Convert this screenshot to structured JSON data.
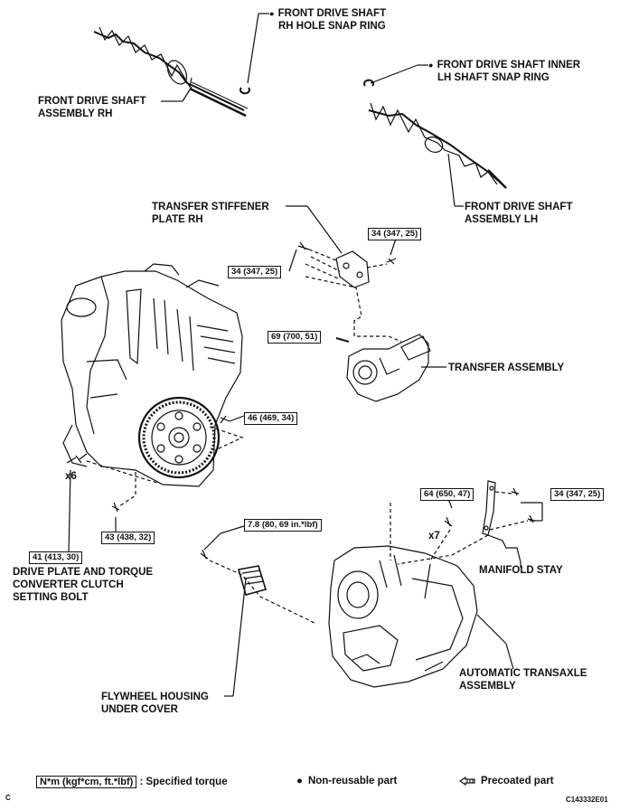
{
  "labels": {
    "rh_snap_ring": [
      "FRONT DRIVE SHAFT",
      "RH HOLE SNAP RING"
    ],
    "inner_lh_snap_ring": [
      "FRONT DRIVE SHAFT INNER",
      "LH SHAFT SNAP RING"
    ],
    "shaft_rh": [
      "FRONT DRIVE SHAFT",
      "ASSEMBLY RH"
    ],
    "shaft_lh": [
      "FRONT DRIVE SHAFT",
      "ASSEMBLY LH"
    ],
    "stiffener": [
      "TRANSFER STIFFENER",
      "PLATE RH"
    ],
    "transfer": "TRANSFER ASSEMBLY",
    "drive_plate": [
      "DRIVE PLATE AND TORQUE",
      "CONVERTER CLUTCH",
      "SETTING BOLT"
    ],
    "manifold_stay": "MANIFOLD STAY",
    "transaxle": [
      "AUTOMATIC TRANSAXLE",
      "ASSEMBLY"
    ],
    "housing_cover": [
      "FLYWHEEL HOUSING",
      "UNDER COVER"
    ]
  },
  "torques": {
    "stiffener_top": "34 (347, 25)",
    "stiffener_left": "34 (347, 25)",
    "transfer": "69 (700, 51)",
    "engine_46": "46 (469, 34)",
    "engine_43": "43 (438, 32)",
    "drive_plate": "41 (413, 30)",
    "cover": "7.8 (80, 69 in.*lbf)",
    "transaxle_64": "64 (650, 47)",
    "stay": "34 (347, 25)"
  },
  "qty": {
    "drive_plate": "x6",
    "transaxle": "x7"
  },
  "legend": {
    "torque_box": "N*m (kgf*cm, ft.*lbf)",
    "torque_text": ": Specified torque",
    "nonreusable": "Non-reusable part",
    "precoated": "Precoated part"
  },
  "corner_letter": "C",
  "figure_id": "C143332E01"
}
